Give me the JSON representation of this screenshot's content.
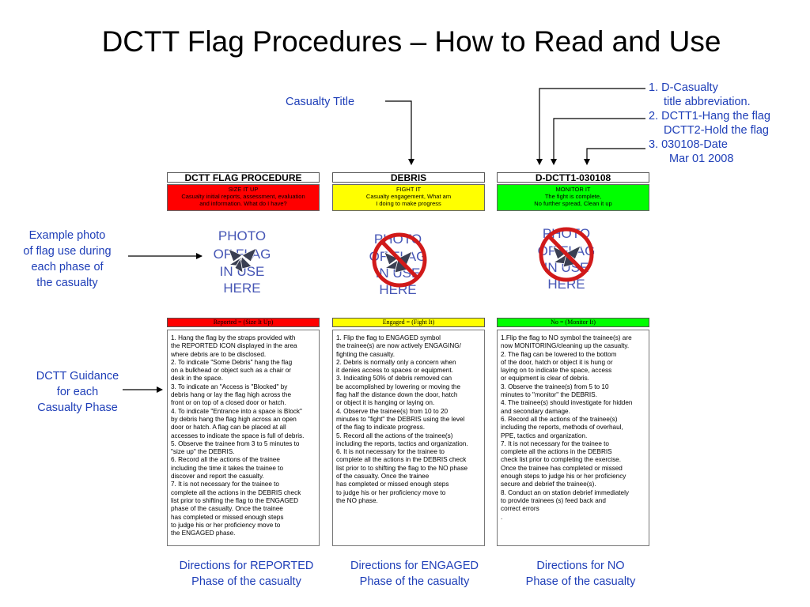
{
  "title": "DCTT Flag Procedures – How to Read and Use",
  "annotations": {
    "casualty_title": "Casualty Title",
    "abbrev_lines": [
      "1. D-Casualty",
      "title abbreviation.",
      "2. DCTT1-Hang the flag",
      "DCTT2-Hold the flag",
      "3. 030108-Date",
      "Mar 01 2008"
    ],
    "example_photo": [
      "Example photo",
      "of flag use during",
      "each phase of",
      "the casualty"
    ],
    "guidance": [
      "DCTT Guidance",
      "for each",
      "Casualty Phase"
    ]
  },
  "columns": [
    {
      "header": "DCTT FLAG PROCEDURE",
      "band_color": "#ff0000",
      "band_lines": [
        "SIZE IT UP",
        "Casualty initial reports, assessment, evaluation",
        "and information. What do I have?"
      ],
      "photo_text": [
        "PHOTO",
        "OF FLAG",
        "IN USE",
        "HERE"
      ],
      "prohibited": false,
      "phase_label": "Reported = (Size It Up)",
      "text_lines": [
        "1. Hang the flag by the straps provided with",
        " the REPORTED ICON displayed in the area",
        "where debris are to be disclosed.",
        "2. To indicate \"Some Debris\" hang the flag",
        "on a bulkhead or object such as a chair or",
        "desk in the space.",
        "3. To indicate an \"Access is \"Blocked\" by",
        "debris hang or lay the flag high across the",
        " front or on top of a closed door or hatch.",
        "4. To indicate \"Entrance into a space is Block\"",
        "by debris hang the flag high across an open",
        "door or hatch. A flag can be placed at all",
        " accesses to indicate the space is full of debris.",
        "5. Observe the trainee from 3 to 5 minutes to",
        "\"size up\" the DEBRIS.",
        "6. Record all the actions of the trainee",
        "including the time it takes the trainee to",
        "discover and report the casualty.",
        "7. It is not necessary for the trainee to",
        "complete all the actions in the DEBRIS check",
        "list prior to shifting the flag to the ENGAGED",
        "phase of the casualty. Once the trainee",
        " has completed or missed enough steps",
        "to judge his or her proficiency move to",
        "the ENGAGED phase."
      ],
      "caption": [
        "Directions for REPORTED",
        "Phase of the casualty"
      ]
    },
    {
      "header": "DEBRIS",
      "band_color": "#ffff00",
      "band_lines": [
        "FIGHT IT",
        "Casualty engagement, What am",
        "I doing to make progress"
      ],
      "photo_text": [
        "PHOTO",
        "OF FLAG",
        "IN USE",
        "HERE"
      ],
      "prohibited": true,
      "phase_label": "Engaged = (Fight It)",
      "text_lines": [
        "1. Flip the flag to ENGAGED symbol",
        "the trainee(s) are now actively ENGAGING/",
        "fighting the casualty.",
        "2. Debris is normally only a concern when",
        "it denies access to spaces or equipment.",
        "3. Indicating 50% of debris removed can",
        "be accomplished by lowering or moving the",
        "flag half the distance down the door, hatch",
        "or object it is hanging or laying on.",
        "4. Observe the trainee(s) from 10 to 20",
        "minutes to \"fight\" the DEBRIS using the level",
        " of the flag to indicate progress.",
        "5. Record all the actions of the trainee(s)",
        "including the reports, tactics and organization.",
        "6. It is not necessary for the trainee to",
        "complete all the actions in the DEBRIS check",
        " list prior to to shifting the flag to the NO phase",
        "of the casualty. Once the trainee",
        " has completed or missed enough steps",
        "to judge his or her proficiency move to",
        "the NO phase."
      ],
      "caption": [
        "Directions for ENGAGED",
        "Phase of the casualty"
      ]
    },
    {
      "header": "D-DCTT1-030108",
      "band_color": "#00ff00",
      "band_lines": [
        "MONITOR IT",
        "The fight is complete,",
        "No further spread, Clean it up"
      ],
      "photo_text": [
        "PHOTO",
        "OF FLAG",
        "IN USE",
        "HERE"
      ],
      "prohibited": true,
      "phase_label": "No = (Monitor It)",
      "text_lines": [
        "1.Flip the flag to NO symbol the trainee(s) are",
        "now MONITORING/cleaning up the casualty.",
        "2. The flag can be lowered to the bottom",
        "of the door, hatch or object it is hung or",
        "laying on to indicate the space, access",
        " or equipment is clear of debris.",
        " 3. Observe the trainee(s) from 5 to 10",
        "minutes to \"monitor\" the DEBRIS.",
        "4. The trainee(s) should investigate for hidden",
        " and secondary damage.",
        "6. Record all the actions of the trainee(s)",
        "including the reports, methods of overhaul,",
        "PPE, tactics and organization.",
        "7. It is not necessary for the trainee to",
        "complete all the actions in the DEBRIS",
        " check list prior to completing the exercise.",
        "Once the trainee has completed or missed",
        "enough steps to judge his or her proficiency",
        " secure and debrief the trainee(s).",
        "8. Conduct an on station debrief immediately",
        "to provide trainees (s) feed back and",
        "correct errors",
        "."
      ],
      "caption": [
        "Directions for NO",
        "Phase of the casualty"
      ]
    }
  ]
}
